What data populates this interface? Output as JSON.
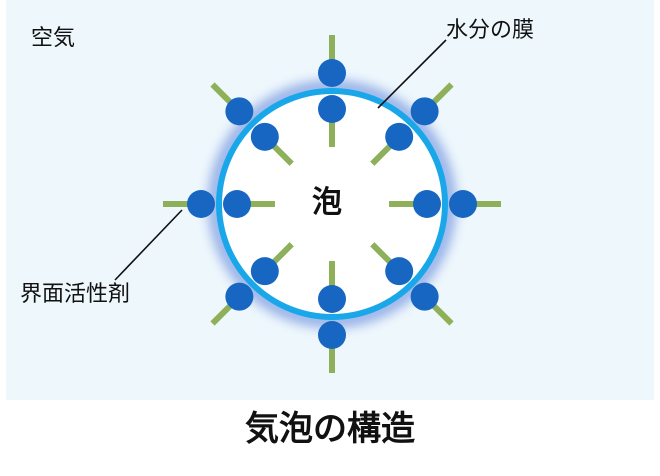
{
  "labels": {
    "air": "空気",
    "membrane": "水分の膜",
    "surfactant": "界面活性剤",
    "bubble": "泡"
  },
  "caption": "気泡の構造",
  "colors": {
    "background": "#eef7fc",
    "membrane": "#1aa7ea",
    "glow": "#4b74d6",
    "molecule_head": "#1767c2",
    "molecule_tail": "#8fb05a",
    "text": "#111111"
  },
  "molecule_angles_deg": [
    0,
    45,
    90,
    135,
    180,
    225,
    270,
    315
  ]
}
